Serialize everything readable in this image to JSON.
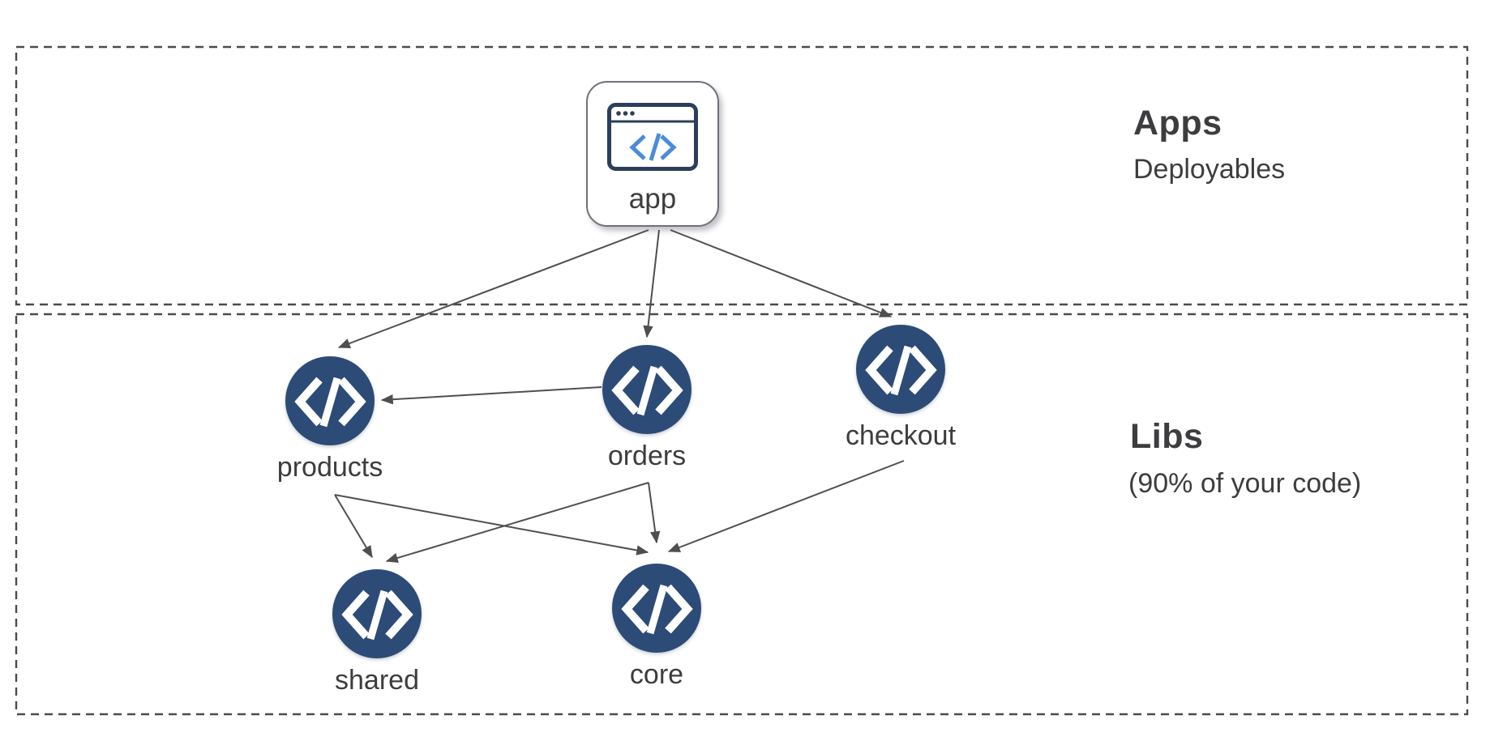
{
  "sections": {
    "apps": {
      "title": "Apps",
      "subtitle": "Deployables"
    },
    "libs": {
      "title": "Libs",
      "subtitle": "(90% of your code)"
    }
  },
  "nodes": {
    "app": {
      "label": "app",
      "section": "apps",
      "icon": "browser-code-icon"
    },
    "products": {
      "label": "products",
      "section": "libs",
      "icon": "code-icon"
    },
    "orders": {
      "label": "orders",
      "section": "libs",
      "icon": "code-icon"
    },
    "checkout": {
      "label": "checkout",
      "section": "libs",
      "icon": "code-icon"
    },
    "shared": {
      "label": "shared",
      "section": "libs",
      "icon": "code-icon"
    },
    "core": {
      "label": "core",
      "section": "libs",
      "icon": "code-icon"
    }
  },
  "edges": [
    {
      "from": "app",
      "to": "products"
    },
    {
      "from": "app",
      "to": "orders"
    },
    {
      "from": "app",
      "to": "checkout"
    },
    {
      "from": "orders",
      "to": "products"
    },
    {
      "from": "products",
      "to": "shared"
    },
    {
      "from": "products",
      "to": "core"
    },
    {
      "from": "orders",
      "to": "shared"
    },
    {
      "from": "orders",
      "to": "core"
    },
    {
      "from": "checkout",
      "to": "core"
    }
  ],
  "colors": {
    "lib_node_fill": "#2d4b77",
    "glyph": "#ffffff",
    "app_accent_blue": "#4b8cd9",
    "app_icon_frame": "#2c3e5c",
    "arrow": "#4f4f52",
    "dashed_border": "#4b4b4f",
    "text": "#3d3d3f",
    "background": "#ffffff"
  }
}
